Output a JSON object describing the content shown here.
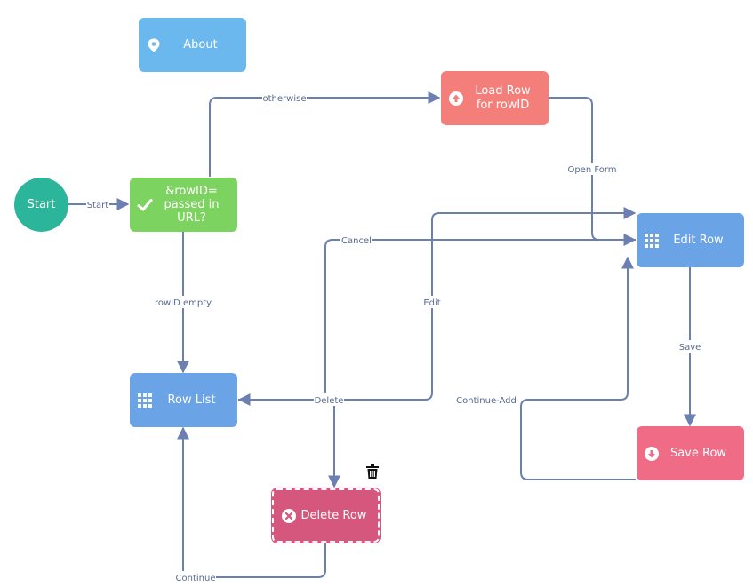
{
  "colors": {
    "edge": "#6b7fb0",
    "start": "#2bb59b",
    "decision": "#7dd35f",
    "list": "#6aa3e6",
    "about": "#6bb8ef",
    "load": "#f47f7a",
    "save": "#ef6b86",
    "delete": "#d6577e"
  },
  "nodes": {
    "start": {
      "label": "Start"
    },
    "decision": {
      "label": "&rowID=\npassed in\nURL?",
      "icon": "checkmark-icon"
    },
    "about": {
      "label": "About",
      "icon": "map-pin-icon"
    },
    "load_row": {
      "label": "Load Row\nfor rowID",
      "icon": "upload-arrow-icon"
    },
    "edit_row": {
      "label": "Edit Row",
      "icon": "grid-icon"
    },
    "row_list": {
      "label": "Row List",
      "icon": "grid-icon"
    },
    "save_row": {
      "label": "Save Row",
      "icon": "download-arrow-icon"
    },
    "delete_row": {
      "label": "Delete Row",
      "icon": "x-circle-icon"
    }
  },
  "edge_labels": {
    "start": "Start",
    "otherwise": "otherwise",
    "open_form": "Open Form",
    "rowid_empty": "rowID empty",
    "cancel": "Cancel",
    "edit": "Edit",
    "save": "Save",
    "delete": "Delete",
    "continue_add": "Continue-Add",
    "continue": "Continue"
  },
  "toolbar": {
    "trash_icon": "trash-icon"
  }
}
